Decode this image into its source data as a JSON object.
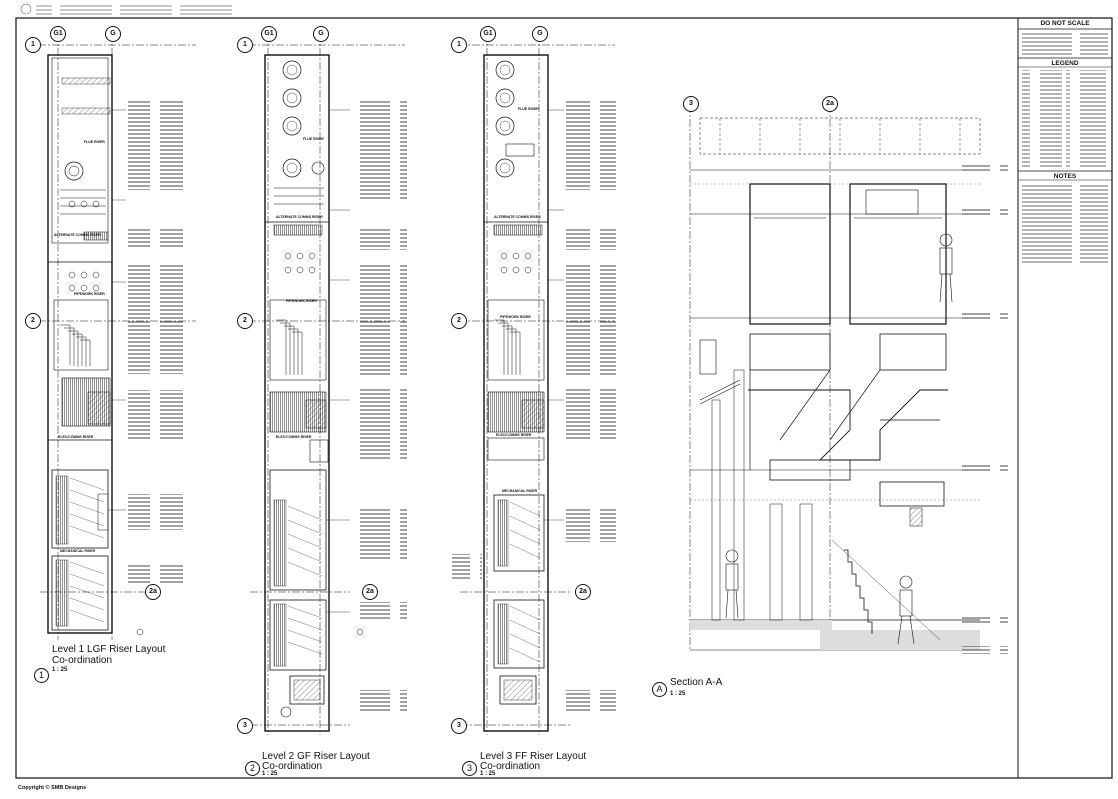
{
  "title_block": {
    "do_not_scale": "DO NOT SCALE",
    "legend_heading": "LEGEND",
    "notes_heading": "NOTES"
  },
  "views": [
    {
      "number": "1",
      "title_line1": "Level 1 LGF Riser Layout",
      "title_line2": "Co-ordination",
      "scale": "1 : 25"
    },
    {
      "number": "2",
      "title_line1": "Level 2 GF Riser Layout",
      "title_line2": "Co-ordination",
      "scale": "1 : 25"
    },
    {
      "number": "3",
      "title_line1": "Level 3 FF Riser Layout",
      "title_line2": "Co-ordination",
      "scale": "1 : 25"
    },
    {
      "number": "A",
      "title_line1": "Section A-A",
      "title_line2": "",
      "scale": "1 : 25"
    }
  ],
  "grid_labels": {
    "g1": "G1",
    "g": "G",
    "one": "1",
    "two": "2",
    "two_a": "2a",
    "three": "3"
  },
  "riser_labels": {
    "flue": "FLUE RISER",
    "alt_comms": "ALTERNATE COMMS RISER",
    "pipework": "PIPEWORK RISER",
    "elec_comms": "ELEC/COMMS RISER",
    "mechanical": "MECHANICAL RISER"
  },
  "copyright": "Copyright  ©  SMB Designs"
}
